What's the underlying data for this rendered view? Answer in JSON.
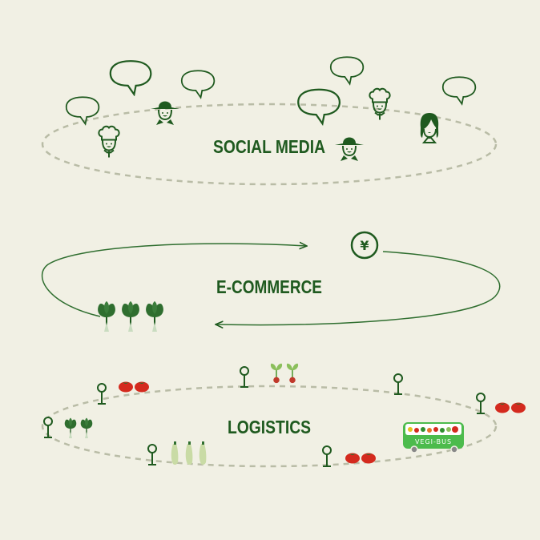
{
  "sections": {
    "social_media": {
      "title": "SOCIAL MEDIA"
    },
    "ecommerce": {
      "title": "E-COMMERCE",
      "currency_symbol": "¥"
    },
    "logistics": {
      "title": "LOGISTICS",
      "bus_label": "VEGI-BUS"
    }
  },
  "colors": {
    "background": "#f1f0e4",
    "dark_green": "#1f5a1f",
    "dashed_line": "#b9bca6",
    "bus_green": "#4cbb4c",
    "tomato_red": "#d42a1e"
  }
}
